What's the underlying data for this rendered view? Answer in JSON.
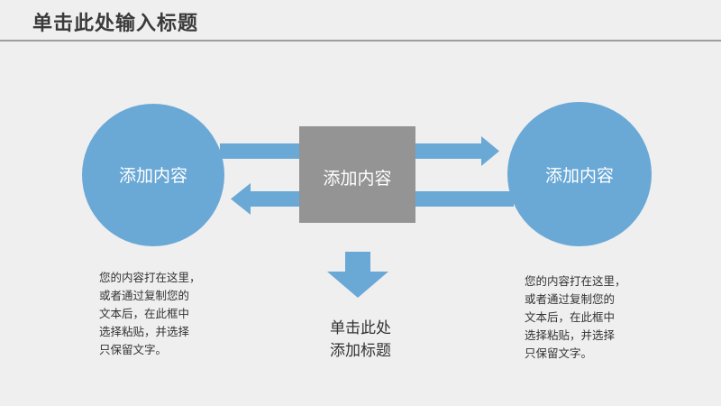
{
  "slide": {
    "title": "单击此处输入标题"
  },
  "nodes": {
    "left_circle_label": "添加内容",
    "center_box_label": "添加内容",
    "right_circle_label": "添加内容"
  },
  "texts": {
    "left_body": "您的内容打在这里，\n或者通过复制您的\n文本后，在此框中\n选择粘贴，并选择\n只保留文字。",
    "right_body": "您的内容打在这里，\n或者通过复制您的\n文本后，在此框中\n选择粘贴，并选择\n只保留文字。",
    "center_caption": "单击此处\n添加标题"
  },
  "colors": {
    "accent_blue": "#6aa8d6",
    "box_gray": "#949494",
    "background": "#efefef"
  }
}
